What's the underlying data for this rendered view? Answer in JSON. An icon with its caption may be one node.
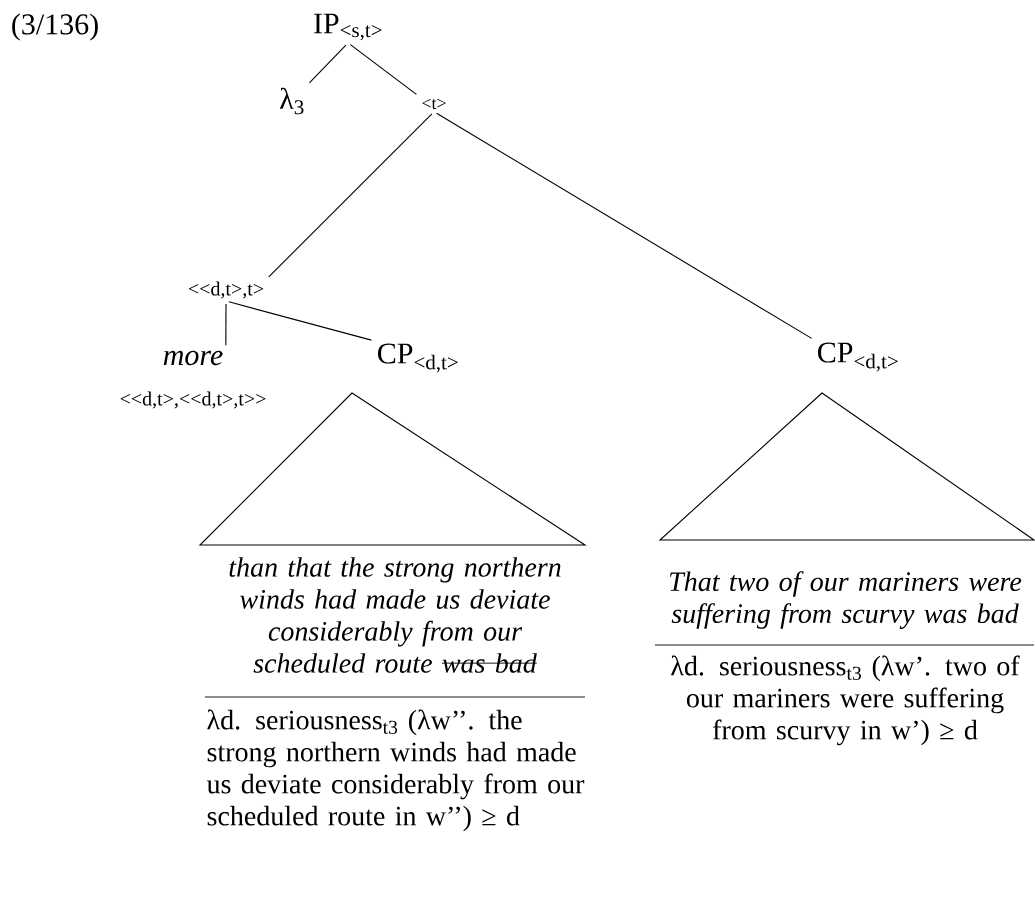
{
  "diagram": {
    "nodes": [
      {
        "text": [
          "IP$_{<s,t>}$"
        ]
      },
      {
        "text": [
          "λ$_{3}$"
        ]
      },
      {
        "text": [
          "<t>"
        ]
      },
      {
        "text": [
          "<<d,t>,t>"
        ]
      },
      {
        "text": [
          "more"
        ]
      },
      {
        "text": [
          "CP$_{<d,t>}$"
        ]
      },
      {
        "text": [
          "CP$_{<d,t>}$"
        ]
      },
      {
        "text": [
          "than that the strong northern winds had made us deviate considerably from our scheduled route",
          "was bad"
        ]
      },
      {
        "text": [
          "That two of our mariners were suffering from scurvy was bad"
        ]
      }
    ],
    "edges": [
      {
        "from": 0,
        "to": 1,
        "arrow": "none"
      },
      {
        "from": 0,
        "to": 2,
        "arrow": "none"
      },
      {
        "from": 2,
        "to": 3,
        "arrow": "none"
      },
      {
        "from": 2,
        "to": 6,
        "arrow": "none"
      },
      {
        "from": 3,
        "to": 4,
        "arrow": "none"
      },
      {
        "from": 3,
        "to": 5,
        "arrow": "none"
      }
    ],
    "labels": [
      "(3/136)",
      "<<d,t>,<<d,t>,t>>",
      "λd. seriousness$_{t3}$ (λw’. two of our mariners were suffering from scurvy in w’) ≥ d",
      "λd. seriousness$_{t3}$ (λw’’. the strong northern winds had made us deviate considerably from our scheduled route in w’’) ≥ d"
    ]
  }
}
